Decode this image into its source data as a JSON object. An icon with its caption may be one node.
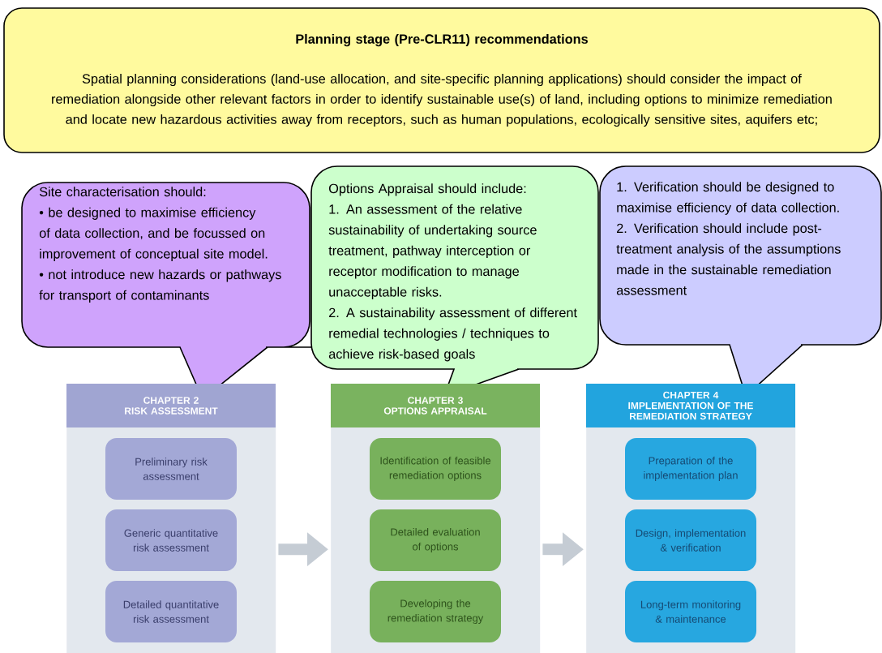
{
  "diagram": {
    "nodes": [
      {
        "text": [
          "Planning stage (Pre-CLR11) recommendations",
          "Spatial planning considerations (land-use allocation, and site-specific planning applications) should consider the impact of remediation alongside other relevant factors in order to identify sustainable use(s) of land, including options to minimize remediation and locate new hazardous activities away from receptors, such as human populations, ecologically sensitive sites, aquifers etc;"
        ]
      },
      {
        "text": [
          "Site characterisation should:",
          "• be designed to maximise efficiency of data collection, and be focussed on improvement of conceptual site model.",
          "• not introduce new hazards or pathways for transport of contaminants"
        ]
      },
      {
        "text": [
          "Options Appraisal should include:",
          "1. An assessment of the relative sustainability of undertaking source treatment, pathway interception or receptor modification to manage unacceptable risks.",
          "2. A sustainability assessment of different remedial technologies / techniques to achieve risk-based goals"
        ]
      },
      {
        "text": [
          "1. Verification should be designed to maximise efficiency of data collection.",
          "2. Verification should include post-treatment analysis of the assumptions made in the sustainable remediation assessment"
        ]
      },
      {
        "text": [
          "CHAPTER 2",
          "RISK ASSESSMENT"
        ]
      },
      {
        "text": [
          "Preliminary risk assessment"
        ],
        "in": 4
      },
      {
        "text": [
          "Generic quantitative risk assessment"
        ],
        "in": 4
      },
      {
        "text": [
          "Detailed quantitative risk assessment"
        ],
        "in": 4
      },
      {
        "text": [
          "CHAPTER 3",
          "OPTIONS APPRAISAL"
        ]
      },
      {
        "text": [
          "Identification of feasible remediation options"
        ],
        "in": 8
      },
      {
        "text": [
          "Detailed evaluation of options"
        ],
        "in": 8
      },
      {
        "text": [
          "Developing the remediation strategy"
        ],
        "in": 8
      },
      {
        "text": [
          "CHAPTER 4",
          "IMPLEMENTATION OF THE REMEDIATION STRATEGY"
        ]
      },
      {
        "text": [
          "Preparation of the implementation plan"
        ],
        "in": 12
      },
      {
        "text": [
          "Design, implementation & verification"
        ],
        "in": 12
      },
      {
        "text": [
          "Long-term monitoring & maintenance"
        ],
        "in": 12
      }
    ],
    "edges": [
      {
        "from": 4,
        "to": 8,
        "arrow": "to"
      },
      {
        "from": 8,
        "to": 12,
        "arrow": "to"
      }
    ]
  }
}
